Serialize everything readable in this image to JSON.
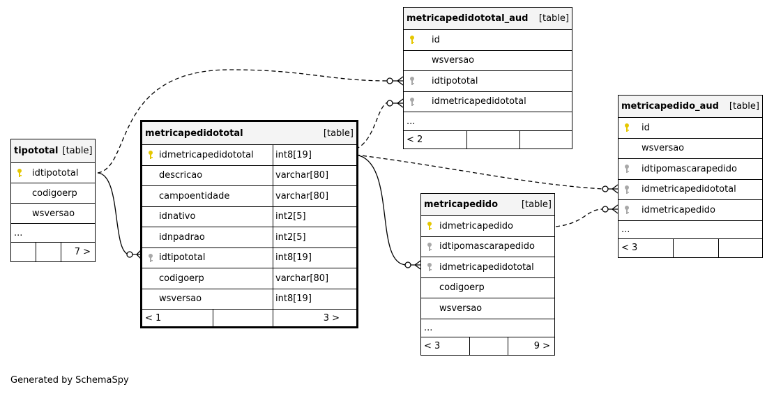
{
  "footer": "Generated by SchemaSpy",
  "tipototal": {
    "name": "tipototal",
    "type": "[table]",
    "columns": [
      {
        "name": "idtipototal",
        "icon": "key-primary"
      },
      {
        "name": "codigoerp",
        "icon": ""
      },
      {
        "name": "wsversao",
        "icon": ""
      }
    ],
    "more": "...",
    "footer": {
      "left": "",
      "mid": "",
      "right": "7 >"
    }
  },
  "metricapedidototal": {
    "name": "metricapedidototal",
    "type": "[table]",
    "columns": [
      {
        "name": "idmetricapedidototal",
        "datatype": "int8[19]",
        "icon": "key-primary"
      },
      {
        "name": "descricao",
        "datatype": "varchar[80]",
        "icon": ""
      },
      {
        "name": "campoentidade",
        "datatype": "varchar[80]",
        "icon": ""
      },
      {
        "name": "idnativo",
        "datatype": "int2[5]",
        "icon": ""
      },
      {
        "name": "idnpadrao",
        "datatype": "int2[5]",
        "icon": ""
      },
      {
        "name": "idtipototal",
        "datatype": "int8[19]",
        "icon": "key-foreign"
      },
      {
        "name": "codigoerp",
        "datatype": "varchar[80]",
        "icon": ""
      },
      {
        "name": "wsversao",
        "datatype": "int8[19]",
        "icon": ""
      }
    ],
    "footer": {
      "left": "< 1",
      "mid": "",
      "right": "3 >"
    }
  },
  "metricapedidototal_aud": {
    "name": "metricapedidototal_aud",
    "type": "[table]",
    "columns": [
      {
        "name": "id",
        "icon": "key-primary"
      },
      {
        "name": "wsversao",
        "icon": ""
      },
      {
        "name": "idtipototal",
        "icon": "key-foreign"
      },
      {
        "name": "idmetricapedidototal",
        "icon": "key-foreign"
      }
    ],
    "more": "...",
    "footer": {
      "left": "< 2",
      "mid": "",
      "right": ""
    }
  },
  "metricapedido": {
    "name": "metricapedido",
    "type": "[table]",
    "columns": [
      {
        "name": "idmetricapedido",
        "icon": "key-primary"
      },
      {
        "name": "idtipomascarapedido",
        "icon": "key-foreign"
      },
      {
        "name": "idmetricapedidototal",
        "icon": "key-foreign"
      },
      {
        "name": "codigoerp",
        "icon": ""
      },
      {
        "name": "wsversao",
        "icon": ""
      }
    ],
    "more": "...",
    "footer": {
      "left": "< 3",
      "mid": "",
      "right": "9 >"
    }
  },
  "metricapedido_aud": {
    "name": "metricapedido_aud",
    "type": "[table]",
    "columns": [
      {
        "name": "id",
        "icon": "key-primary"
      },
      {
        "name": "wsversao",
        "icon": ""
      },
      {
        "name": "idtipomascarapedido",
        "icon": "key-foreign"
      },
      {
        "name": "idmetricapedidototal",
        "icon": "key-foreign"
      },
      {
        "name": "idmetricapedido",
        "icon": "key-foreign"
      }
    ],
    "more": "...",
    "footer": {
      "left": "< 3",
      "mid": "",
      "right": ""
    }
  },
  "colors": {
    "primary_key": "#e5c700",
    "foreign_key": "#a8a8a8",
    "header_bg": "#f4f4f4",
    "line": "#000000"
  }
}
